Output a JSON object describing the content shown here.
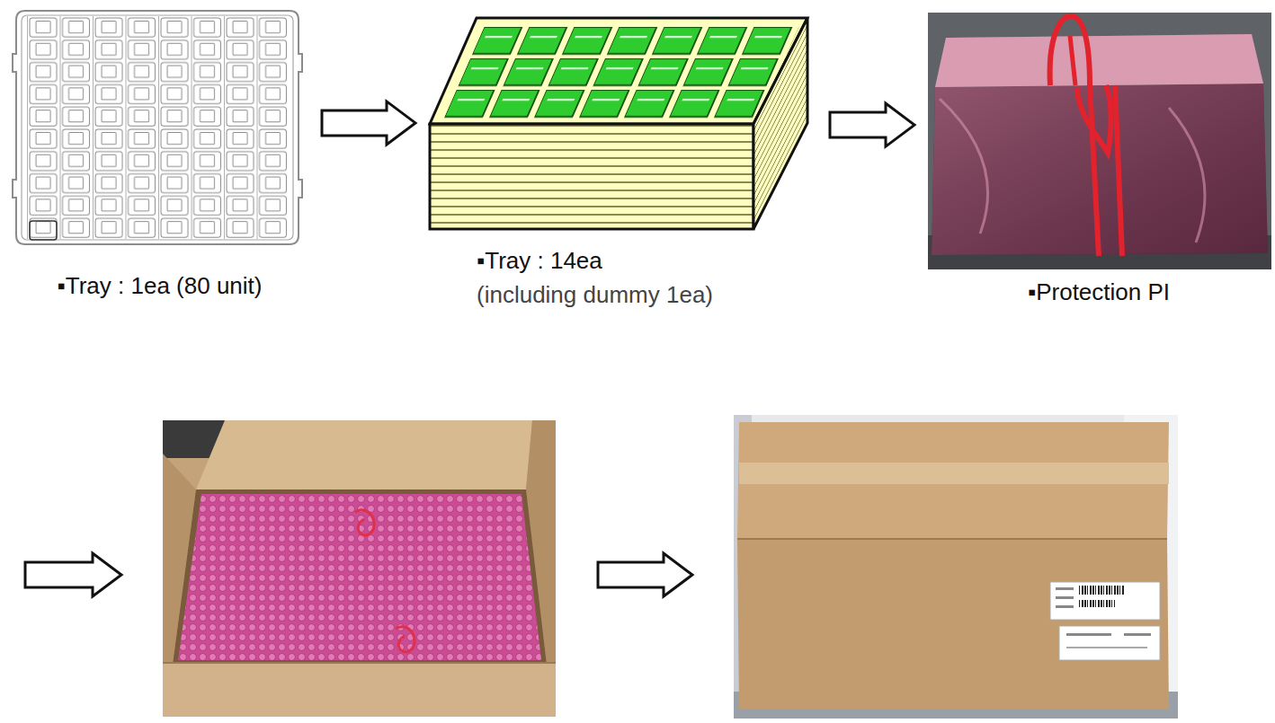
{
  "diagram": {
    "nodes": [
      {
        "text": [
          "▪Tray : 1ea (80 unit)"
        ]
      },
      {
        "text": [
          "▪Tray : 14ea",
          "(including dummy 1ea)"
        ]
      },
      {
        "text": [
          "▪Protection PI"
        ]
      }
    ],
    "edges": [
      {
        "from": 0,
        "to": 1,
        "arrow": "to"
      },
      {
        "from": 1,
        "to": 2,
        "arrow": "to"
      }
    ]
  }
}
